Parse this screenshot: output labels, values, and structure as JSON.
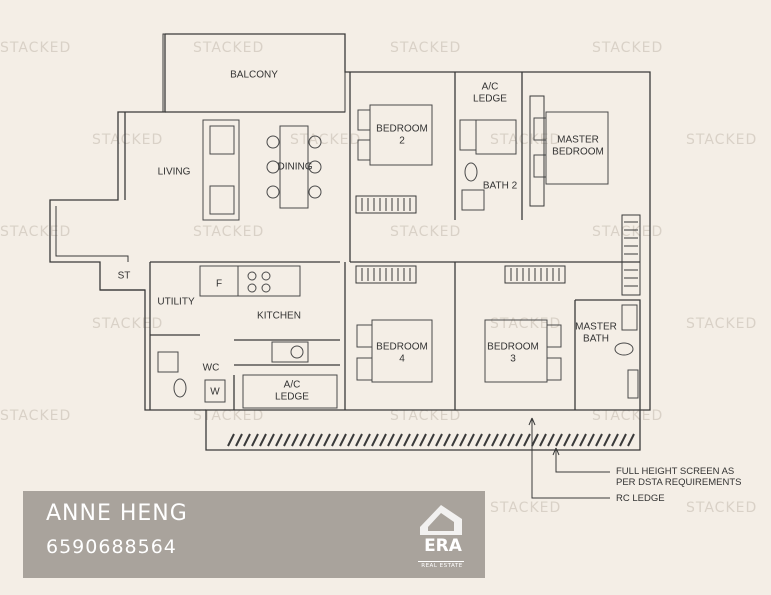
{
  "watermark": "STACKED",
  "rooms": {
    "balcony": "BALCONY",
    "living": "LIVING",
    "dining": "DINING",
    "bedroom2": "BEDROOM\n2",
    "ac_ledge_top": "A/C\nLEDGE",
    "master_bedroom": "MASTER\nBEDROOM",
    "bath2": "BATH 2",
    "st": "ST",
    "f": "F",
    "utility": "UTILITY",
    "kitchen": "KITCHEN",
    "wc": "WC",
    "w": "W",
    "ac_ledge_bottom": "A/C\nLEDGE",
    "bedroom4": "BEDROOM\n4",
    "bedroom3": "BEDROOM\n3",
    "master_bath": "MASTER\nBATH"
  },
  "notes": {
    "screen": "FULL HEIGHT SCREEN AS\nPER DSTA REQUIREMENTS",
    "rc_ledge": "RC LEDGE"
  },
  "agent": {
    "name": "ANNE HENG",
    "phone": "6590688564"
  },
  "brand": {
    "logo_text": "ERA",
    "logo_subtext": "REAL ESTATE"
  },
  "colors": {
    "background": "#f4eee6",
    "line": "#3a3a3a",
    "card": "#a9a39c"
  }
}
